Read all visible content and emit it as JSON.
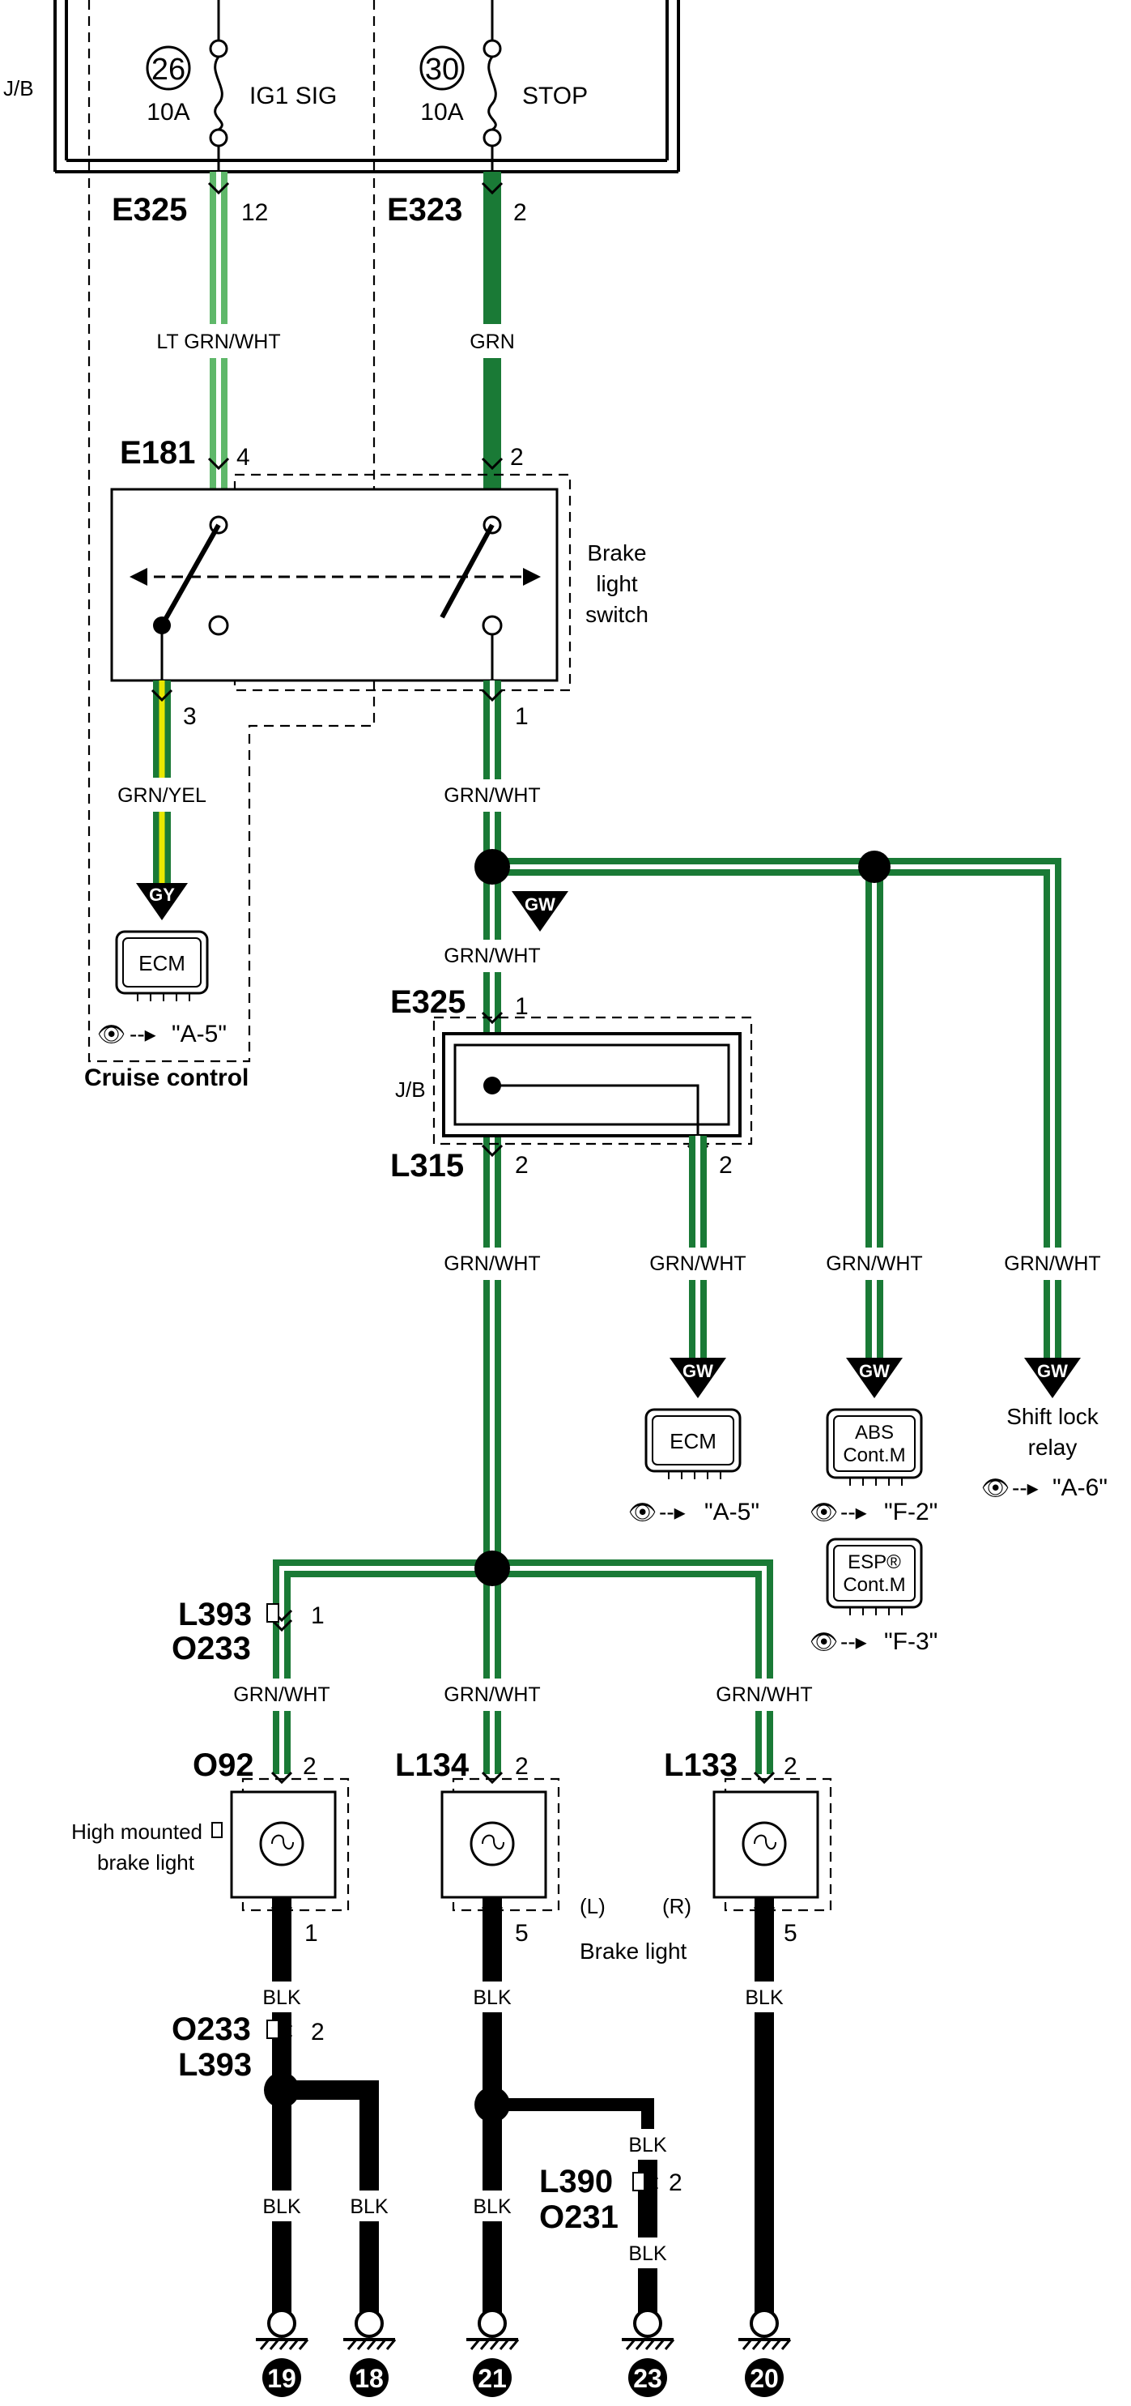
{
  "jb": {
    "label": "J/B",
    "fuse26": {
      "num": "26",
      "amp": "10A",
      "name": "IG1 SIG"
    },
    "fuse30": {
      "num": "30",
      "amp": "10A",
      "name": "STOP"
    }
  },
  "conn": {
    "e325_top": "E325",
    "e325_top_pin": "12",
    "e323": "E323",
    "e323_pin": "2",
    "e181": "E181",
    "e181_pin4": "4",
    "e181_pin2": "2",
    "e181_pin3": "3",
    "e181_pin1": "1",
    "e325_jb": "E325",
    "e325_jb_pin": "1",
    "l315": "L315",
    "l315_pin_a": "2",
    "l315_pin_b": "2",
    "l393_top": "L393",
    "l393_top_pin": "1",
    "o233_top": "O233",
    "o92": "O92",
    "o92_pin2": "2",
    "o92_pin1": "1",
    "l134": "L134",
    "l134_pin2": "2",
    "l134_pin5": "5",
    "l133": "L133",
    "l133_pin2": "2",
    "l133_pin5": "5",
    "o233_bot": "O233",
    "o233_bot_pin": "2",
    "l393_bot": "L393",
    "l390": "L390",
    "l390_pin": "2",
    "o231": "O231"
  },
  "wires": {
    "lt_grn_wht": "LT GRN/WHT",
    "grn": "GRN",
    "grn_yel": "GRN/YEL",
    "grn_wht": "GRN/WHT",
    "blk": "BLK"
  },
  "wire_colors": {
    "green": "#1a7a36",
    "light_green": "#5fb86a",
    "yellow": "#e8e800",
    "black": "#000000"
  },
  "components": {
    "brake_switch": [
      "Brake",
      "light",
      "switch"
    ],
    "jb_small": "J/B",
    "ecm": "ECM",
    "abs": [
      "ABS",
      "Cont.M"
    ],
    "esp": [
      "ESP®",
      "Cont.M"
    ],
    "shift_lock": [
      "Shift lock",
      "relay"
    ],
    "high_mount": [
      "High mounted",
      "brake light"
    ],
    "brake_light": "Brake light",
    "left": "(L)",
    "right": "(R)",
    "cruise": "Cruise control"
  },
  "badges": {
    "gy": "GY",
    "gw": "GW"
  },
  "refs": {
    "a5": "\"A-5\"",
    "f2": "\"F-2\"",
    "f3": "\"F-3\"",
    "a6": "\"A-6\""
  },
  "grounds": {
    "g19": "19",
    "g18": "18",
    "g21": "21",
    "g23": "23",
    "g20": "20"
  }
}
